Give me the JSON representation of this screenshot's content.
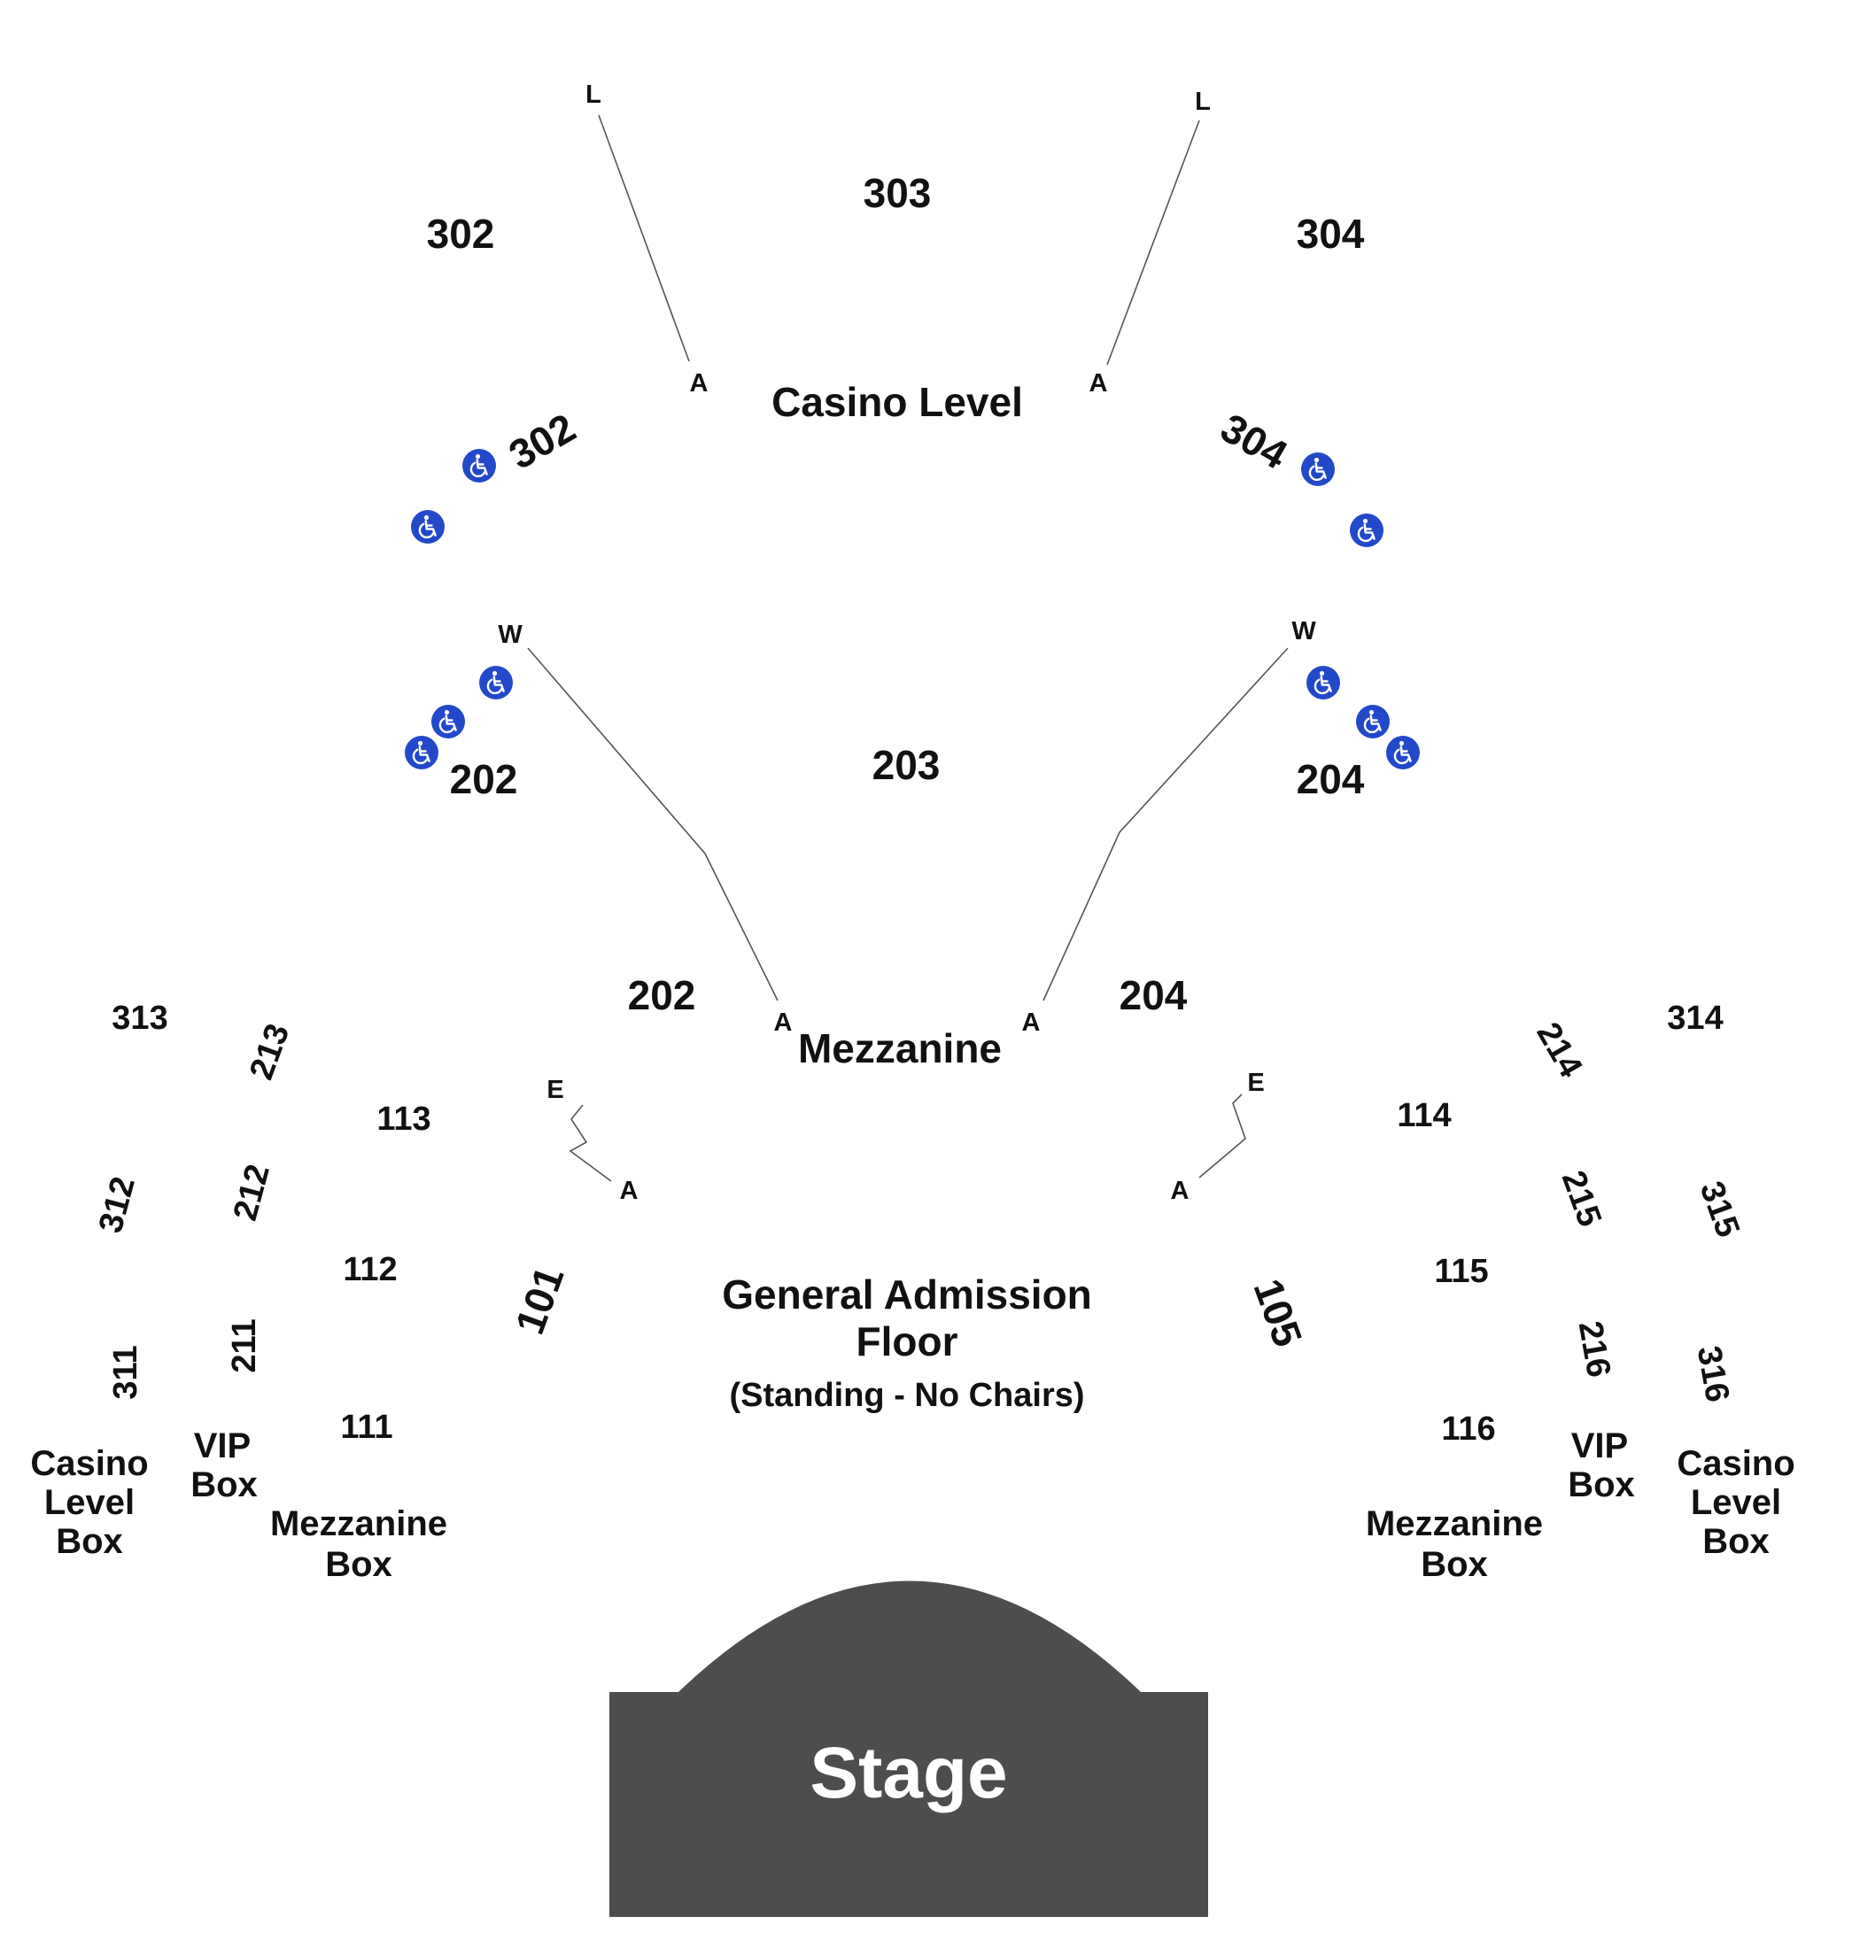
{
  "venue_map": {
    "stage": {
      "label": "Stage",
      "color": "#4d4d4d"
    },
    "areas": {
      "casino_level": "Casino Level",
      "mezzanine": "Mezzanine",
      "general_admission": {
        "line1": "General Admission",
        "line2": "Floor",
        "line3": "(Standing - No Chairs)"
      }
    },
    "sections": {
      "s302": "302",
      "s303": "303",
      "s304": "304",
      "s302b": "302",
      "s304b": "304",
      "s202": "202",
      "s203": "203",
      "s204": "204",
      "s202b": "202",
      "s204b": "204",
      "s313": "313",
      "s213": "213",
      "s113": "113",
      "s312": "312",
      "s212": "212",
      "s112": "112",
      "s311": "311",
      "s211": "211",
      "s111": "111",
      "s101": "101",
      "s105": "105",
      "s314": "314",
      "s214": "214",
      "s114": "114",
      "s315": "315",
      "s215": "215",
      "s115": "115",
      "s316": "316",
      "s216": "216",
      "s116": "116"
    },
    "rows": {
      "L_left": "L",
      "L_right": "L",
      "A_casino_left": "A",
      "A_casino_right": "A",
      "W_left": "W",
      "W_right": "W",
      "A_mezz_left": "A",
      "A_mezz_right": "A",
      "E_left": "E",
      "E_right": "E",
      "A_floor_left": "A",
      "A_floor_right": "A"
    },
    "boxes": {
      "casino_left": {
        "line1": "Casino",
        "line2": "Level",
        "line3": "Box"
      },
      "vip_left": {
        "line1": "VIP",
        "line2": "Box"
      },
      "mezz_left": {
        "line1": "Mezzanine",
        "line2": "Box"
      },
      "casino_right": {
        "line1": "Casino",
        "line2": "Level",
        "line3": "Box"
      },
      "vip_right": {
        "line1": "VIP",
        "line2": "Box"
      },
      "mezz_right": {
        "line1": "Mezzanine",
        "line2": "Box"
      }
    },
    "accessibility_icon": "wheelchair-icon",
    "accessibility_color": "#2149c9"
  }
}
